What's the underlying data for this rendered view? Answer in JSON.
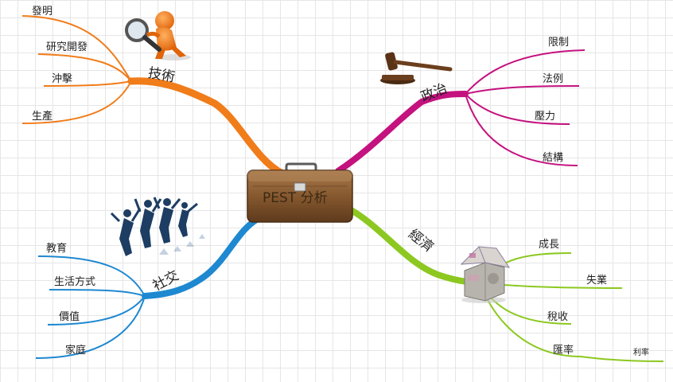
{
  "center": {
    "label": "PEST 分析"
  },
  "branches": {
    "technology": {
      "label": "技術",
      "color": "#f07c1a",
      "items": [
        "發明",
        "研究開發",
        "沖擊",
        "生產"
      ]
    },
    "politics": {
      "label": "政治",
      "color": "#c4127f",
      "items": [
        "限制",
        "法例",
        "壓力",
        "結構"
      ]
    },
    "social": {
      "label": "社交",
      "color": "#1e88d0",
      "items": [
        "教育",
        "生活方式",
        "價值",
        "家庭"
      ]
    },
    "economy": {
      "label": "經濟",
      "color": "#8cc820",
      "items": [
        "成長",
        "失業",
        "稅收",
        "匯率"
      ],
      "sub_item": "利率"
    }
  },
  "icons": {
    "technology": "magnifier-figure-icon",
    "politics": "gavel-icon",
    "social": "people-silhouette-icon",
    "economy": "money-house-icon"
  }
}
